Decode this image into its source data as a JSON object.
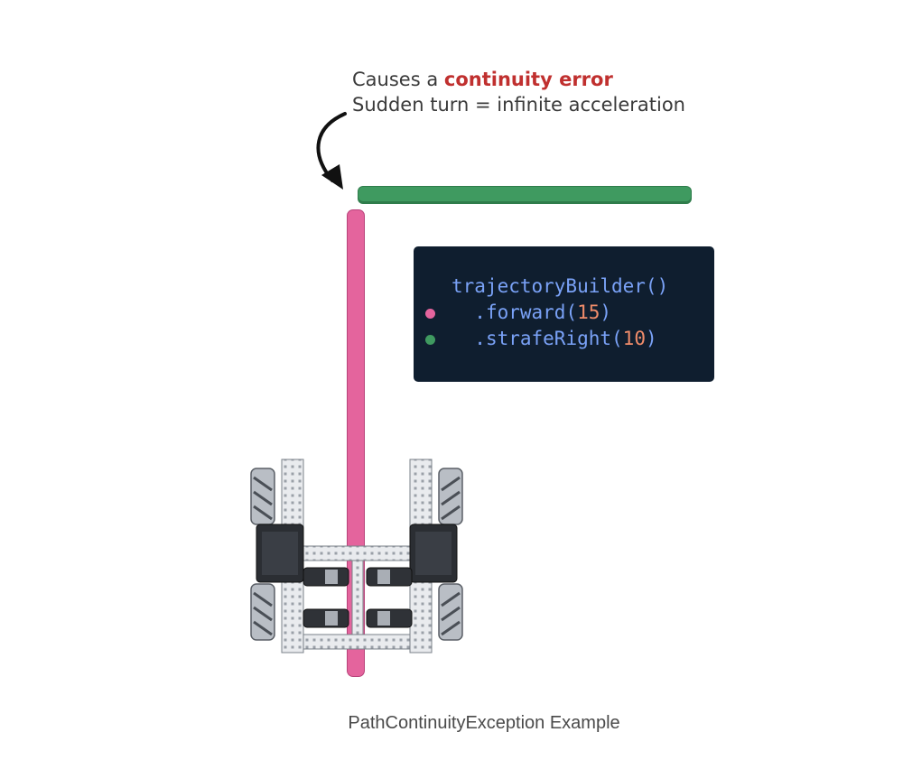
{
  "annotation": {
    "line1_prefix": "Causes a ",
    "line1_highlight": "continuity error",
    "line2": "Sudden turn = infinite acceleration"
  },
  "paths": {
    "forward_color": "#e4649d",
    "strafe_color": "#3f9a60"
  },
  "code": {
    "line1": "trajectoryBuilder()",
    "line2_method": ".forward(",
    "line2_arg": "15",
    "line2_close": ")",
    "line3_method": ".strafeRight(",
    "line3_arg": "10",
    "line3_close": ")"
  },
  "icons": [
    "curved-arrow-icon",
    "robot-chassis-image"
  ],
  "caption": "PathContinuityException Example"
}
